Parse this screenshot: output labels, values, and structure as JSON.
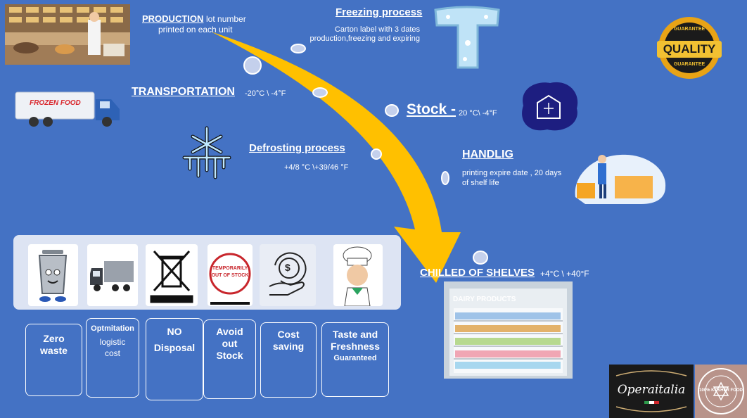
{
  "colors": {
    "background": "#4472c4",
    "arrow": "#ffc000",
    "band": "#dde4f3"
  },
  "production": {
    "title": "PRODUCTION",
    "desc_line1": "lot number",
    "desc_line2": "printed on each unit"
  },
  "freezing": {
    "title": "Freezing process",
    "desc_line1": "Carton label with 3 dates",
    "desc_line2": "production,freezing and expiring"
  },
  "transportation": {
    "title": "TRANSPORTATION",
    "temp": "-20°C \\ -4°F",
    "truck_label": "FROZEN FOOD"
  },
  "stock": {
    "title": "Stock -",
    "temp": "20 °C\\ -4°F"
  },
  "defrosting": {
    "title": "Defrosting process",
    "temp": "+4/8 °C  \\+39/46 °F"
  },
  "handling": {
    "title": "HANDLIG",
    "desc_line1": "printing expire date , 20 days",
    "desc_line2": "of shelf life"
  },
  "chilled": {
    "title": "CHILLED OF SHELVES",
    "temp": "+4°C \\ +40°F",
    "fridge_label": "DAIRY PRODUCTS"
  },
  "badge": {
    "top": "GUARANTEE",
    "center": "QUALITY",
    "bottom": "GUARANTEE"
  },
  "logos": {
    "brand": "Operaitalia",
    "kosher": "100% KOSHER FOOD"
  },
  "out_of_stock_stamp": {
    "line1": "TEMPORARILY",
    "line2": "OUT OF STOCK"
  },
  "benefits": [
    {
      "line1": "Zero",
      "line2": "waste",
      "line3": ""
    },
    {
      "line1": "Optmitation",
      "line2": "logistic",
      "line3": "cost"
    },
    {
      "line1": "NO",
      "line2": "Disposal",
      "line3": ""
    },
    {
      "line1": "Avoid",
      "line2": "out",
      "line3": "Stock"
    },
    {
      "line1": "Cost",
      "line2": "saving",
      "line3": ""
    },
    {
      "line1": "Taste and",
      "line2": "Freshness",
      "line3": "Guaranteed"
    }
  ]
}
